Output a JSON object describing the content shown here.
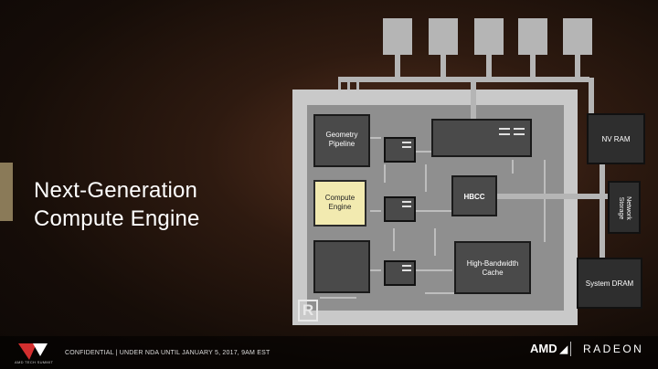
{
  "slide": {
    "title_line1": "Next-Generation",
    "title_line2": "Compute Engine"
  },
  "diagram": {
    "geometry_pipeline": "Geometry Pipeline",
    "compute_engine": "Compute Engine",
    "hbcc": "HBCC",
    "hbm_cache": "High-Bandwidth Cache",
    "nv_ram": "NV RAM",
    "network_storage": "Network Storage",
    "system_dram": "System DRAM",
    "chip_logo": "R",
    "highlight_color": "#f2eab0"
  },
  "footer": {
    "logo_text": "AMD TECH SUMMIT",
    "confidential": "CONFIDENTIAL | UNDER NDA UNTIL JANUARY 5, 2017, 9AM EST",
    "brand_amd": "AMD",
    "brand_radeon": "RADEON"
  }
}
